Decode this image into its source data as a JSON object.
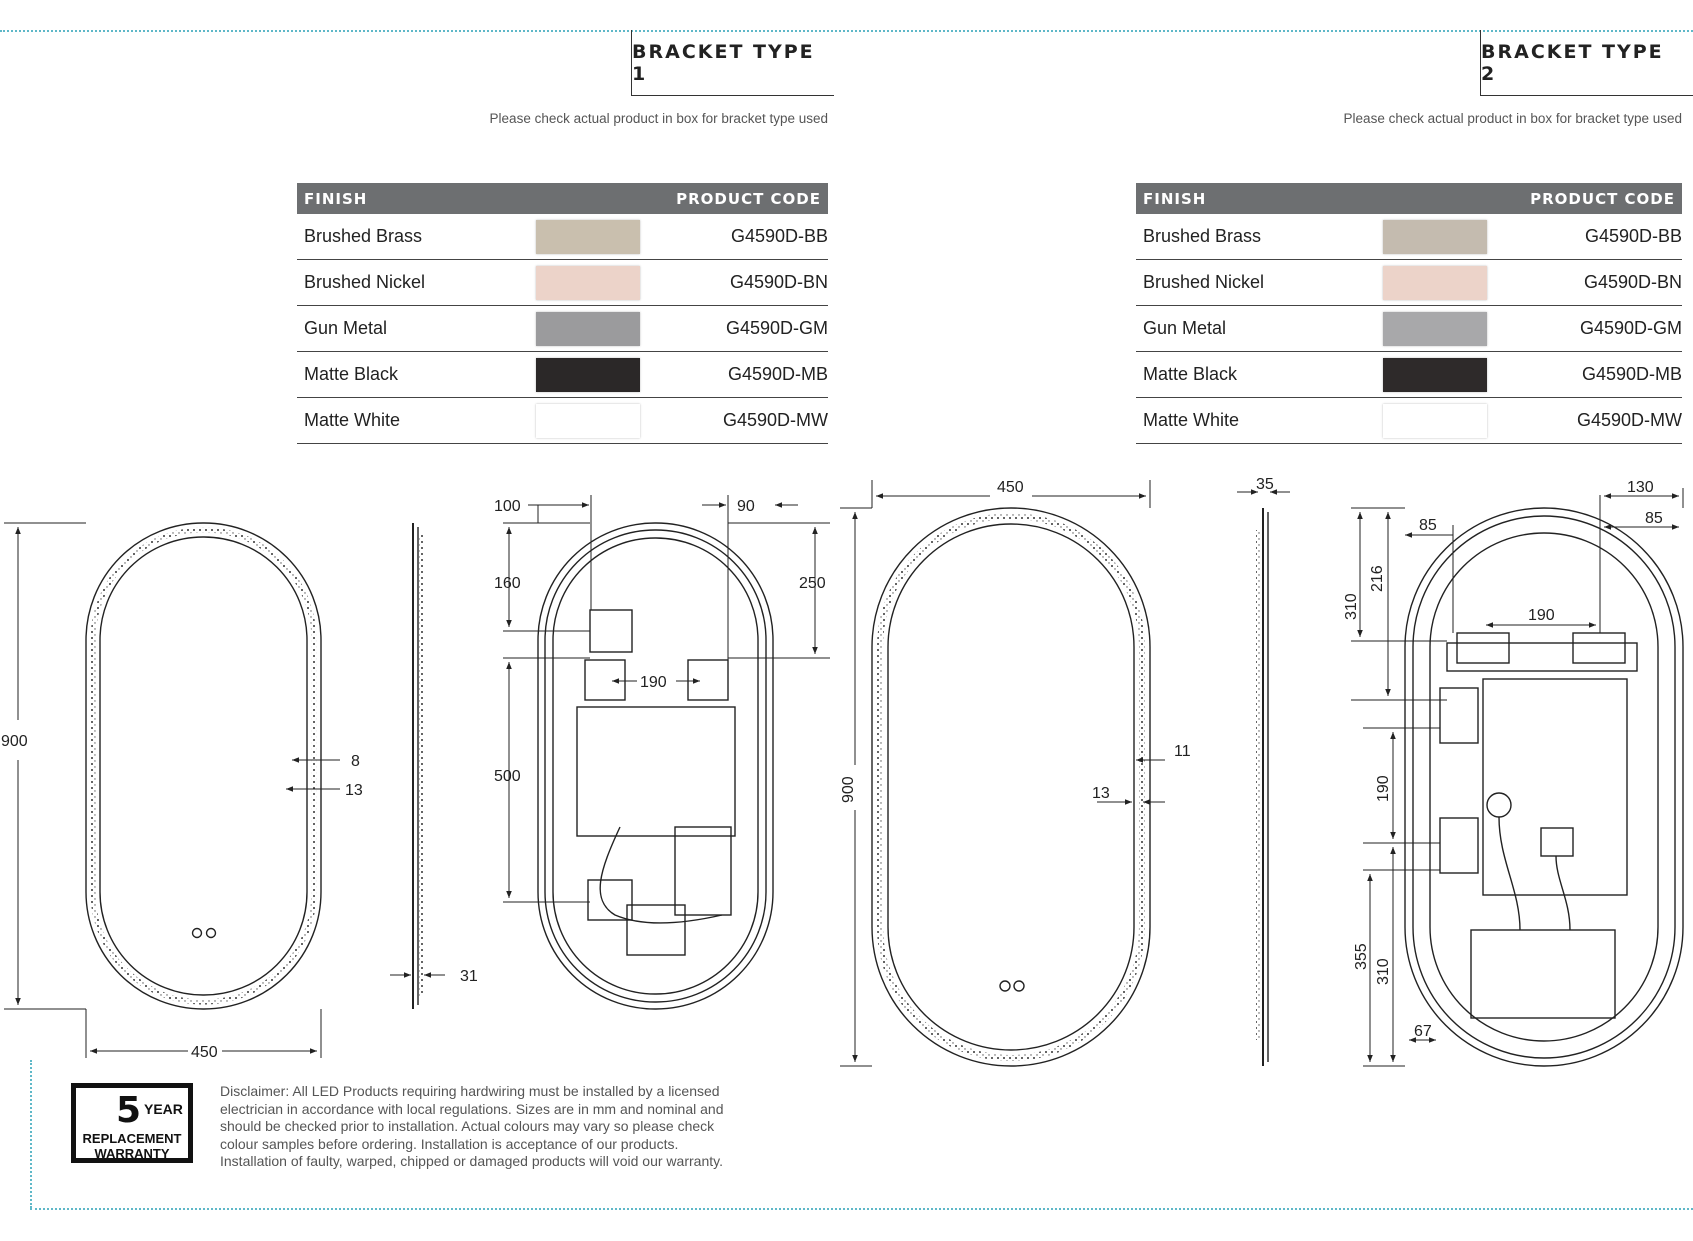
{
  "bracket1": {
    "title": "BRACKET TYPE 1",
    "note": "Please check actual product in box for bracket type used",
    "table": {
      "header_finish": "FINISH",
      "header_code": "PRODUCT CODE",
      "rows": [
        {
          "finish": "Brushed Brass",
          "code": "G4590D-BB",
          "color": "#c9bfae"
        },
        {
          "finish": "Brushed Nickel",
          "code": "G4590D-BN",
          "color": "#ecd3c9"
        },
        {
          "finish": "Gun Metal",
          "code": "G4590D-GM",
          "color": "#9b9b9d"
        },
        {
          "finish": "Matte Black",
          "code": "G4590D-MB",
          "color": "#2b2828"
        },
        {
          "finish": "Matte White",
          "code": "G4590D-MW",
          "color": "#ffffff"
        }
      ]
    },
    "dims": {
      "height": "900",
      "width": "450",
      "d8": "8",
      "d13": "13",
      "d31": "31",
      "d100": "100",
      "d90": "90",
      "d160": "160",
      "d250": "250",
      "d190": "190",
      "d500": "500"
    }
  },
  "bracket2": {
    "title": "BRACKET TYPE 2",
    "note": "Please check actual product in box for bracket type used",
    "table": {
      "header_finish": "FINISH",
      "header_code": "PRODUCT CODE",
      "rows": [
        {
          "finish": "Brushed Brass",
          "code": "G4590D-BB",
          "color": "#c4bbaf"
        },
        {
          "finish": "Brushed Nickel",
          "code": "G4590D-BN",
          "color": "#ecd3c9"
        },
        {
          "finish": "Gun Metal",
          "code": "G4590D-GM",
          "color": "#a8a8aa"
        },
        {
          "finish": "Matte Black",
          "code": "G4590D-MB",
          "color": "#2e2a2a"
        },
        {
          "finish": "Matte White",
          "code": "G4590D-MW",
          "color": "#ffffff"
        }
      ]
    },
    "dims": {
      "width": "450",
      "height": "900",
      "d11": "11",
      "d13": "13",
      "d35": "35",
      "d130": "130",
      "d85a": "85",
      "d85b": "85",
      "d216": "216",
      "d310a": "310",
      "d190a": "190",
      "d190b": "190",
      "d355": "355",
      "d310b": "310",
      "d67": "67"
    }
  },
  "warranty": {
    "number": "5",
    "year": "YEAR",
    "line2": "REPLACEMENT",
    "line3": "WARRANTY"
  },
  "disclaimer": "Disclaimer: All LED Products requiring hardwiring must be installed by a licensed electrician in accordance with local regulations. Sizes are in mm and nominal and should be checked prior to installation. Actual colours may vary so please check colour samples before ordering. Installation is acceptance of our products. Installation of faulty, warped, chipped or damaged products will void our warranty."
}
